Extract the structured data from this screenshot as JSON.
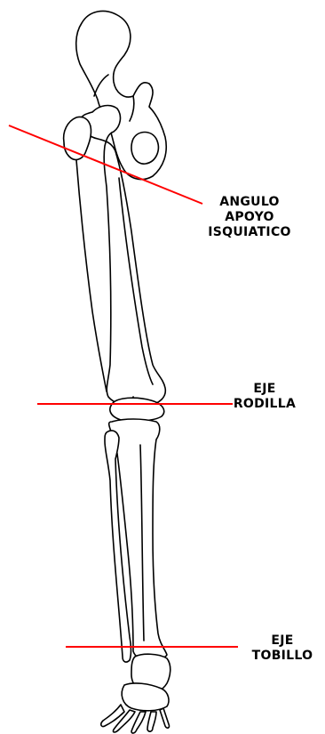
{
  "colors": {
    "reference_line": "#ff0000",
    "bone_outline": "#000000",
    "background": "#ffffff"
  },
  "labels": {
    "ischial_angle": [
      "ANGULO",
      "APOYO",
      "ISQUIATICO"
    ],
    "knee_axis": [
      "EJE",
      "RODILLA"
    ],
    "ankle_axis": [
      "EJE",
      "TOBILLO"
    ]
  }
}
